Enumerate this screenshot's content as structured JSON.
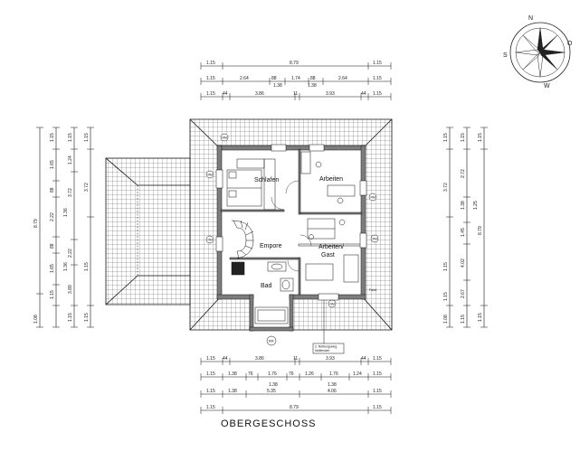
{
  "title": "OBERGESCHOSS",
  "rooms": {
    "schlafen": "Schlafen",
    "arbeiten": "Arbeiten",
    "empore": "Empore",
    "arbeiten_gast_1": "Arbeiten/",
    "arbeiten_gast_2": "Gast",
    "bad": "Bad"
  },
  "annotations": {
    "rm": "RM",
    "note_line1": "2. Rettungsweg",
    "note_line2": "Notfenster",
    "fahrt": "Fahrt"
  },
  "compass": {
    "n": "N",
    "s": "S",
    "o": "O",
    "w": "W"
  },
  "dims_top": {
    "row1": [
      "1.15",
      "8.79",
      "1.15"
    ],
    "row2": [
      "1.15",
      "2.64",
      "88",
      "1.74",
      "88",
      "2.64",
      "1.15"
    ],
    "row2_sub": [
      "1.38",
      "1.38"
    ],
    "row3": [
      "1.15",
      "44",
      "3.86",
      "11",
      "3.93",
      "44",
      "1.15"
    ]
  },
  "dims_bottom": {
    "row1": [
      "1.15",
      "44",
      "3.86",
      "11",
      "3.93",
      "44",
      "1.15"
    ],
    "row2": [
      "1.15",
      "1.38",
      "76",
      "1.76",
      "76",
      "1.26",
      "1.76",
      "1.24",
      "1.15"
    ],
    "row2_sub": [
      "1.38",
      "1.38"
    ],
    "row3": [
      "1.15",
      "1.38",
      "5.35",
      "4.06",
      "1.15"
    ],
    "row4": [
      "1.15",
      "8.79",
      "1.15"
    ]
  },
  "dims_left": {
    "overall": "8.79",
    "col2": [
      "1.15",
      "1.65",
      "88",
      "2.22",
      "88",
      "1.65",
      "1.15",
      "1.08"
    ],
    "col3": [
      "1.15",
      "1.24",
      "3.72",
      "1.36",
      "2.22",
      "1.36",
      "3.89",
      "1.15"
    ],
    "col4": [
      "1.15",
      "3.72",
      "1.15",
      "1.15"
    ]
  },
  "dims_right": {
    "overall": "8.79",
    "col1": [
      "1.15",
      "3.72",
      "1.15",
      "1.15",
      "1.08"
    ],
    "col2": [
      "1.15",
      "2.72",
      "1.38",
      "1.45",
      "4.02",
      "2.67",
      "1.15"
    ],
    "col3": [
      "1.15",
      "1.25",
      "8.79",
      "1.15"
    ]
  },
  "colors": {
    "line": "#111111",
    "wall": "#555555",
    "hatch": "#333333",
    "paper": "#ffffff"
  }
}
